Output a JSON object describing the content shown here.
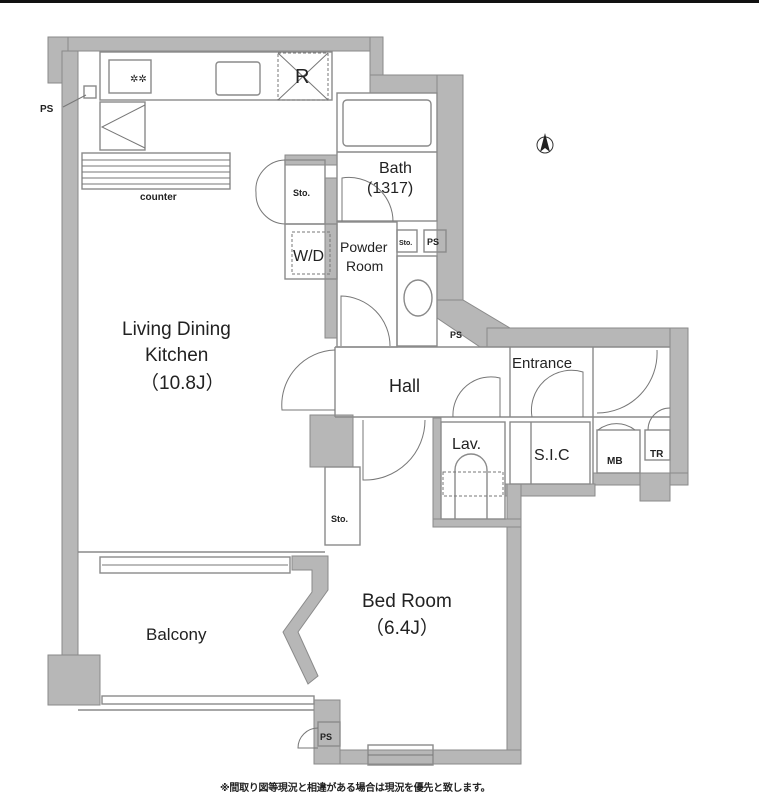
{
  "rooms": {
    "ldk_line1": "Living Dining",
    "ldk_line2": "Kitchen",
    "ldk_size": "（10.8J）",
    "bath": "Bath",
    "bath_size": "(1317)",
    "powder_line1": "Powder",
    "powder_line2": "Room",
    "wd": "W/D",
    "hall": "Hall",
    "entrance": "Entrance",
    "lav": "Lav.",
    "sic": "S.I.C",
    "mb": "MB",
    "tr": "TR",
    "bedroom": "Bed Room",
    "bedroom_size": "（6.4J）",
    "balcony": "Balcony",
    "counter": "counter",
    "refrigerator": "R"
  },
  "storage": [
    "Sto.",
    "Sto.",
    "Sto."
  ],
  "ps": [
    "PS",
    "PS",
    "PS",
    "PS"
  ],
  "footnote": "※間取り図等現況と相違がある場合は現況を優先と致します。",
  "colors": {
    "wall": "#b7b7b7",
    "line": "#8a8a8a"
  }
}
